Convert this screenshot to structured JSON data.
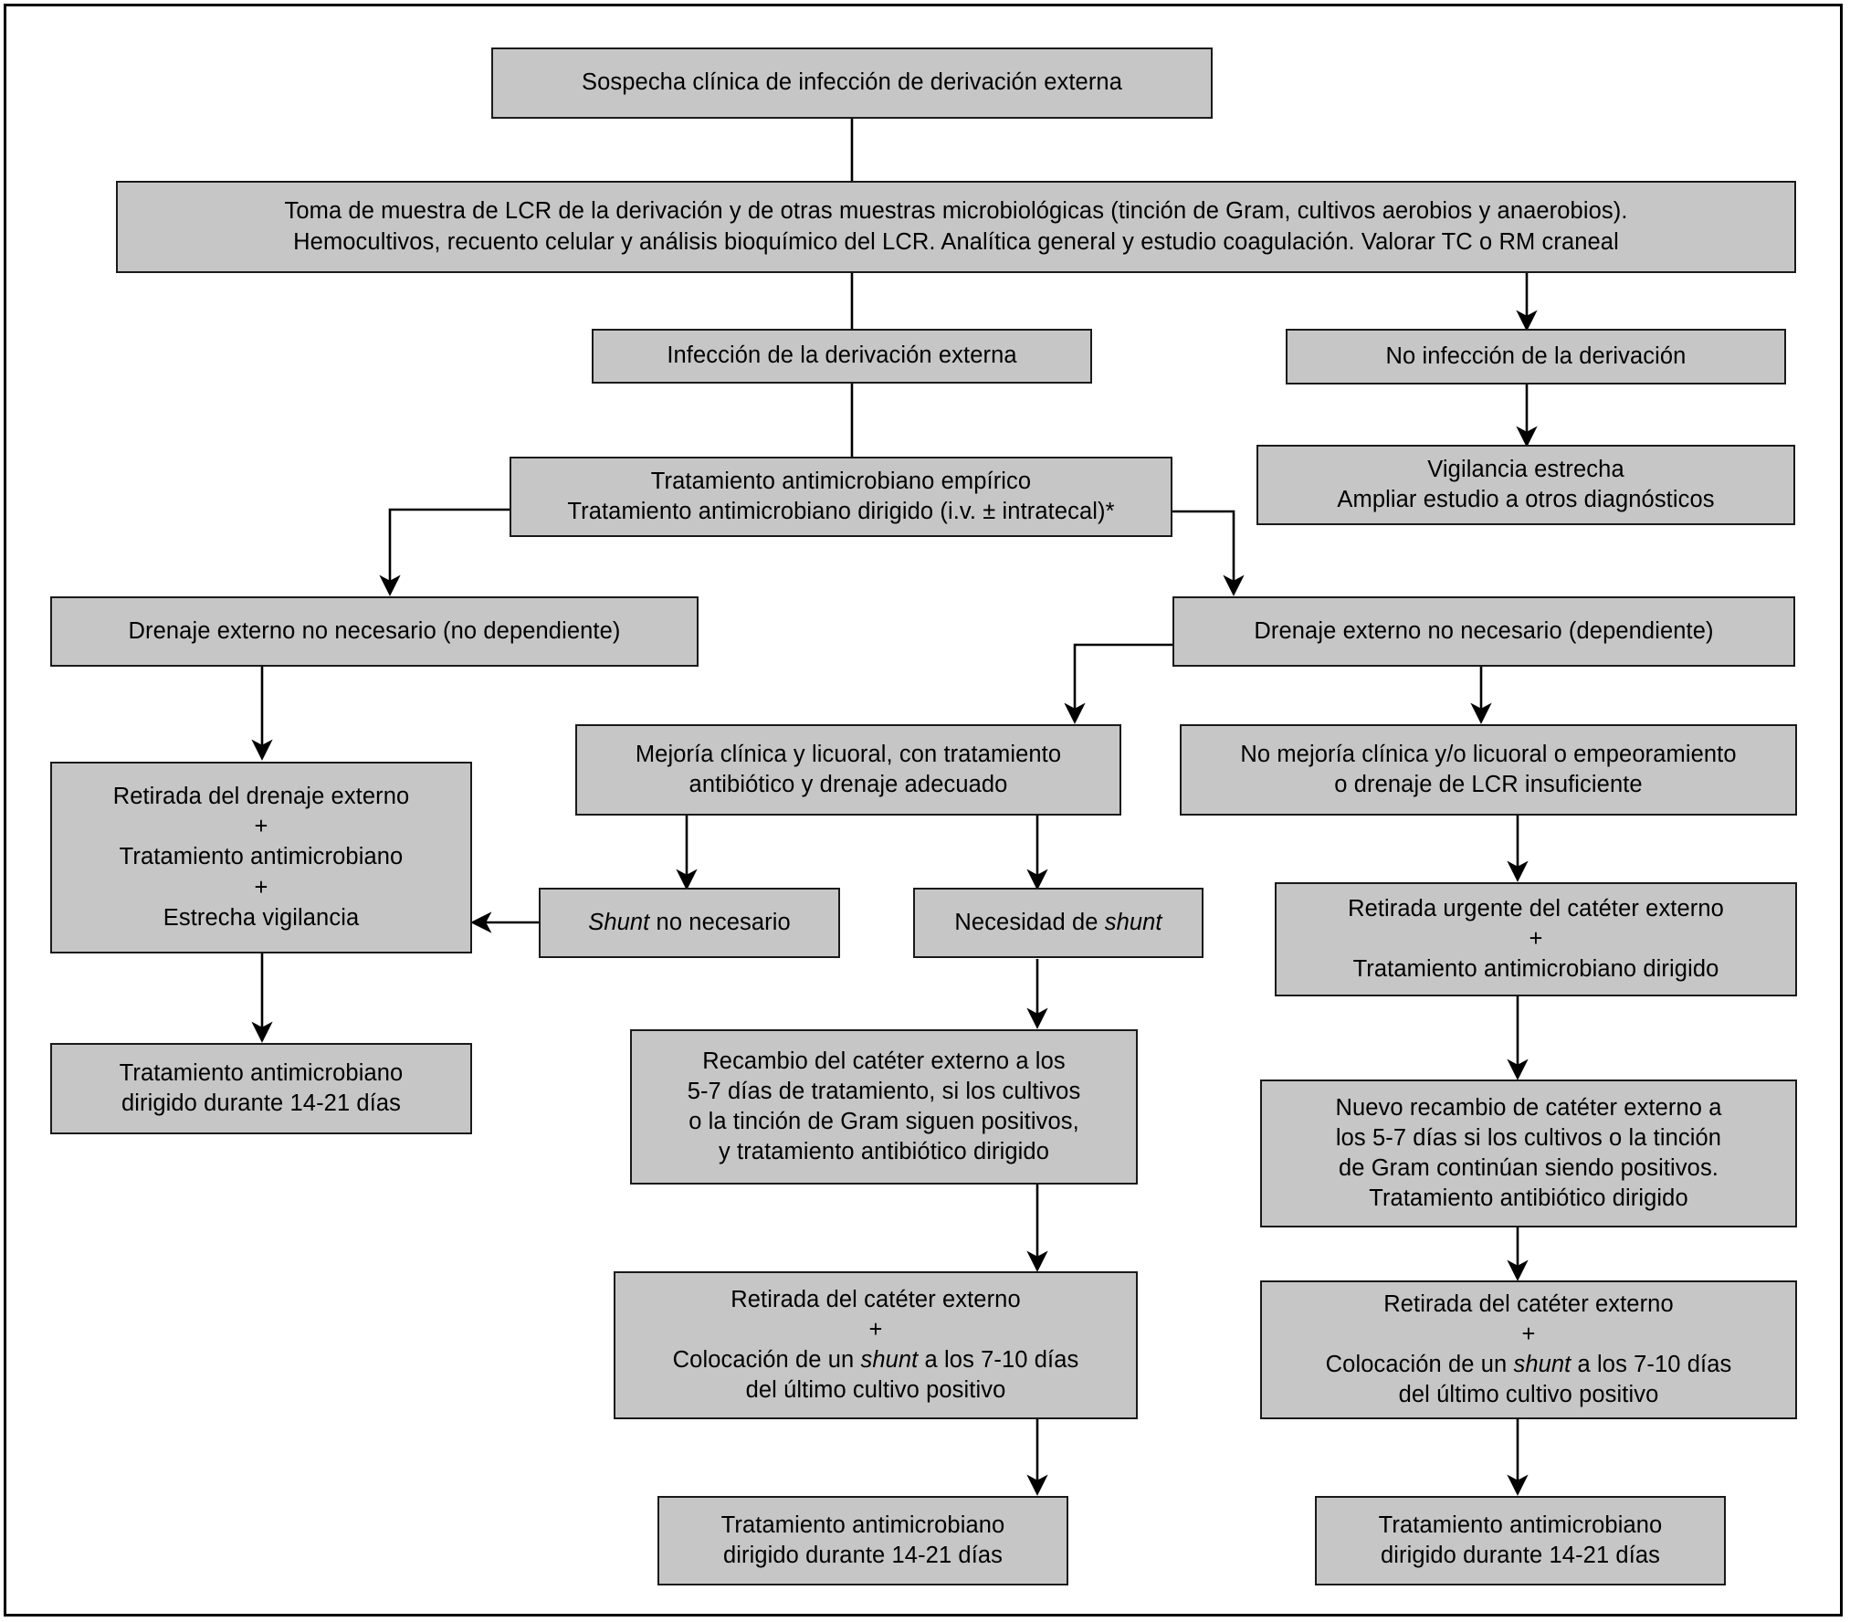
{
  "diagram": {
    "title": "Algoritmo de manejo de la sospecha de infeccion de derivacion externa",
    "colors": {
      "node_fill": "#c6c6c6",
      "node_border": "#1a1a1a",
      "connector": "#000000",
      "frame": "#000000",
      "background": "#ffffff"
    },
    "nodes": {
      "n1": {
        "label": "Sospecha clínica de infección de derivación externa"
      },
      "n2": {
        "label": "Toma de muestra de LCR de la derivación y de otras muestras microbiológicas (tinción de Gram, cultivos aerobios y anaerobios).\nHemocultivos, recuento celular y análisis bioquímico del LCR. Analítica general y estudio coagulación. Valorar TC o RM craneal"
      },
      "n3": {
        "label": "Infección de la derivación externa"
      },
      "n4": {
        "label": "No infección de la derivación"
      },
      "n5": {
        "label": "Tratamiento antimicrobiano empírico\nTratamiento antimicrobiano dirigido (i.v. ± intratecal)*"
      },
      "n6": {
        "label": "Vigilancia estrecha\nAmpliar estudio a otros diagnósticos"
      },
      "n7": {
        "label": "Drenaje externo no necesario (no dependiente)"
      },
      "n8": {
        "label": "Drenaje externo no necesario (dependiente)"
      },
      "n9": {
        "label": "Retirada del drenaje externo\n+\nTratamiento antimicrobiano\n+\nEstrecha vigilancia"
      },
      "n10": {
        "label": "Mejoría clínica y licuoral, con tratamiento\nantibiótico y drenaje adecuado"
      },
      "n11": {
        "label": "No mejoría clínica y/o licuoral o empeoramiento\no drenaje de LCR insuficiente"
      },
      "n12": {
        "label_pre": "",
        "label_italic": "Shunt",
        "label_post": " no necesario"
      },
      "n13": {
        "label_pre": "Necesidad de ",
        "label_italic": "shunt",
        "label_post": ""
      },
      "n14": {
        "label": "Retirada urgente del catéter externo\n+\nTratamiento antimicrobiano dirigido"
      },
      "n15": {
        "label": "Tratamiento antimicrobiano\ndirigido durante 14-21 días"
      },
      "n16": {
        "label": "Recambio del catéter externo a los\n5-7 días de tratamiento, si los cultivos\no la tinción de Gram siguen positivos,\ny tratamiento antibiótico dirigido"
      },
      "n17": {
        "label": "Nuevo recambio de catéter externo a\nlos 5-7 días si los cultivos o la tinción\nde Gram continúan siendo positivos.\nTratamiento antibiótico dirigido"
      },
      "n18": {
        "label_pre": "Retirada del catéter externo\n+\nColocación de un ",
        "label_italic": "shunt",
        "label_post": " a los 7-10 días\ndel último cultivo positivo"
      },
      "n19": {
        "label_pre": "Retirada del catéter externo\n+\nColocación de un ",
        "label_italic": "shunt",
        "label_post": " a los 7-10 días\ndel último cultivo positivo"
      },
      "n20": {
        "label": "Tratamiento antimicrobiano\ndirigido durante 14-21 días"
      },
      "n21": {
        "label": "Tratamiento antimicrobiano\ndirigido durante 14-21 días"
      }
    }
  }
}
